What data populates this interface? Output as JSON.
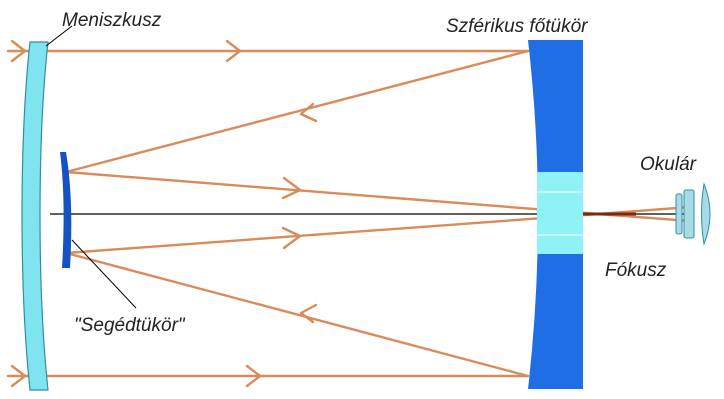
{
  "labels": {
    "meniscus": "Meniszkusz",
    "primary_mirror": "Szférikus főtükör",
    "secondary_mirror": "\"Segédtükör\"",
    "eyepiece": "Okulár",
    "focus": "Fókusz"
  },
  "colors": {
    "ray": "#d98b5a",
    "meniscus_fill": "#7fe3f0",
    "meniscus_stroke": "#2f8fa8",
    "mirror_fill": "#1f6ee6",
    "mirror_window": "#8ff2f6",
    "secondary_fill": "#1553c4",
    "eyepiece_fill": "#a9dbe6",
    "axis": "#000000"
  }
}
